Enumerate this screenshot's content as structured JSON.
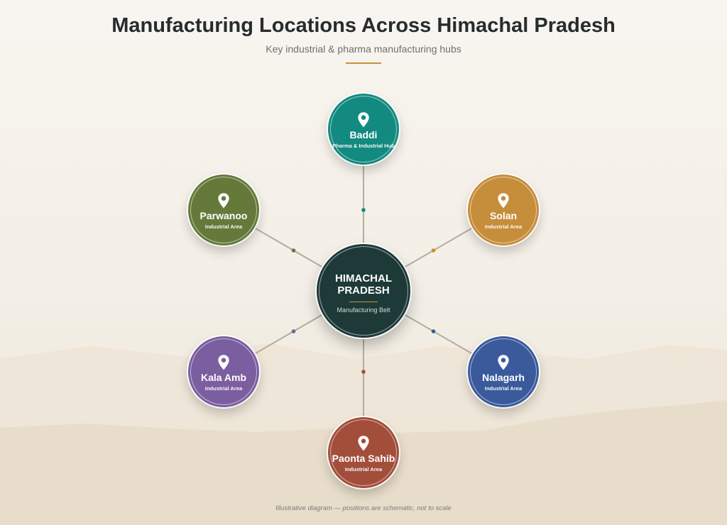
{
  "header": {
    "title": "Manufacturing Locations Across Himachal Pradesh",
    "subtitle": "Key industrial & pharma manufacturing hubs"
  },
  "hub": {
    "name": "HIMACHAL PRADESH",
    "subtitle": "Manufacturing Belt",
    "color": "#1d3a38"
  },
  "locations": [
    {
      "name": "Baddi",
      "type": "Pharma & Industrial Hub",
      "color": "#138a80",
      "icon": "location-pin-icon"
    },
    {
      "name": "Solan",
      "type": "Industrial Area",
      "color": "#c68d3b",
      "icon": "location-pin-icon"
    },
    {
      "name": "Nalagarh",
      "type": "Industrial Area",
      "color": "#3a5a9c",
      "icon": "location-pin-icon"
    },
    {
      "name": "Paonta Sahib",
      "type": "Industrial Area",
      "color": "#a24e3b",
      "icon": "location-pin-icon"
    },
    {
      "name": "Kala Amb",
      "type": "Industrial Area",
      "color": "#7b5ea0",
      "icon": "location-pin-icon"
    },
    {
      "name": "Parwanoo",
      "type": "Industrial Area",
      "color": "#657a3a",
      "icon": "location-pin-icon"
    }
  ],
  "colors": {
    "accent": "#c8923a",
    "connector": "#b3ada1"
  },
  "footer": {
    "note": "Illustrative diagram — positions are schematic, not to scale"
  }
}
